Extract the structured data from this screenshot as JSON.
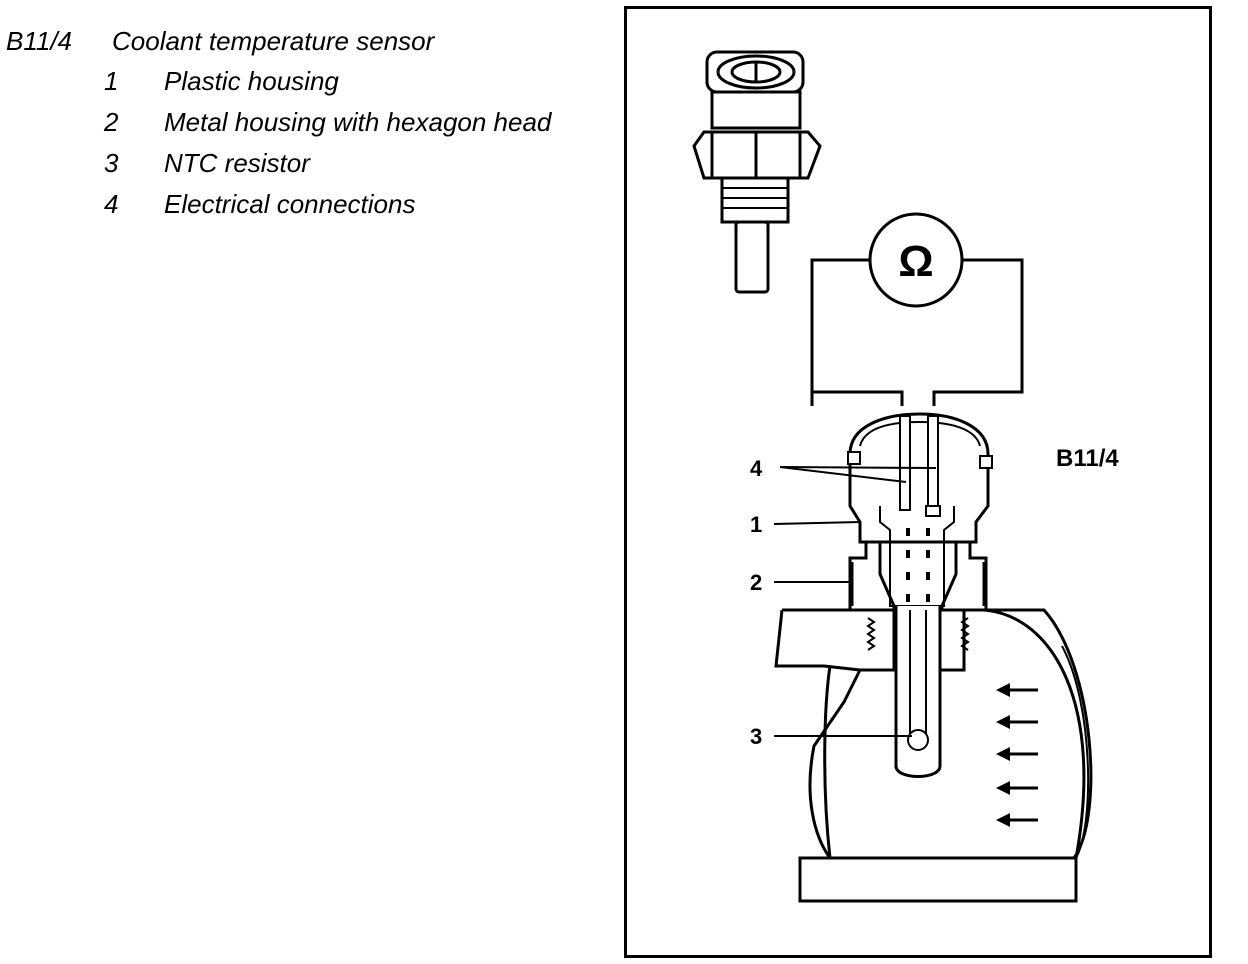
{
  "legend": {
    "code": "B11/4",
    "title": "Coolant temperature sensor",
    "items": [
      {
        "num": "1",
        "text": "Plastic housing"
      },
      {
        "num": "2",
        "text": "Metal housing with hexagon head"
      },
      {
        "num": "3",
        "text": "NTC resistor"
      },
      {
        "num": "4",
        "text": "Electrical connections"
      }
    ]
  },
  "figure": {
    "code": "B11/4",
    "ohm_symbol": "Ω",
    "callouts": [
      "4",
      "1",
      "2",
      "3"
    ]
  }
}
